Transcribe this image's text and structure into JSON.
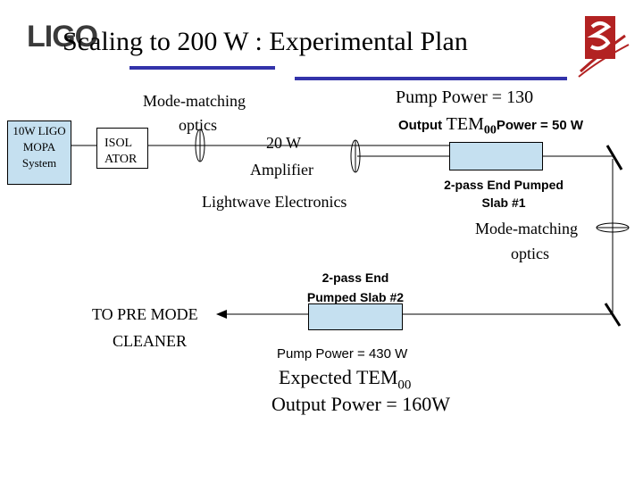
{
  "header": {
    "logo_text": "LIGO",
    "title": "Scaling to 200 W : Experimental Plan"
  },
  "boxes": {
    "mopa_line1": "10W LIGO",
    "mopa_line2": "MOPA",
    "mopa_line3": "System",
    "isolator_line1": "ISOL",
    "isolator_line2": "ATOR"
  },
  "labels": {
    "mode_matching_1_line1": "Mode-matching",
    "mode_matching_1_line2": "optics",
    "amp_line1": "20 W",
    "amp_line2": "Amplifier",
    "lightwave": "Lightwave Electronics",
    "pump_power_1": "Pump Power = 130",
    "output_tem_prefix": "Output",
    "output_tem": "TEM",
    "output_tem_sub": "00",
    "output_tem_suffix": "Power = 50 W",
    "slab1_line1": "2-pass End Pumped",
    "slab1_line2": "Slab #1",
    "mode_matching_2_line1": "Mode-matching",
    "mode_matching_2_line2": "optics",
    "slab2_line1": "2-pass End",
    "slab2_line2": "Pumped Slab #2",
    "pre_mode_line1": "TO PRE MODE",
    "pre_mode_line2": "CLEANER",
    "pump_power_2": "Pump Power = 430 W",
    "expected_prefix": "Expected TEM",
    "expected_sub": "00",
    "expected_line2": "Output Power = 160W"
  },
  "colors": {
    "accent_line": "#3333aa",
    "box_fill": "#c5e0f0",
    "logo_red": "#b22222"
  }
}
